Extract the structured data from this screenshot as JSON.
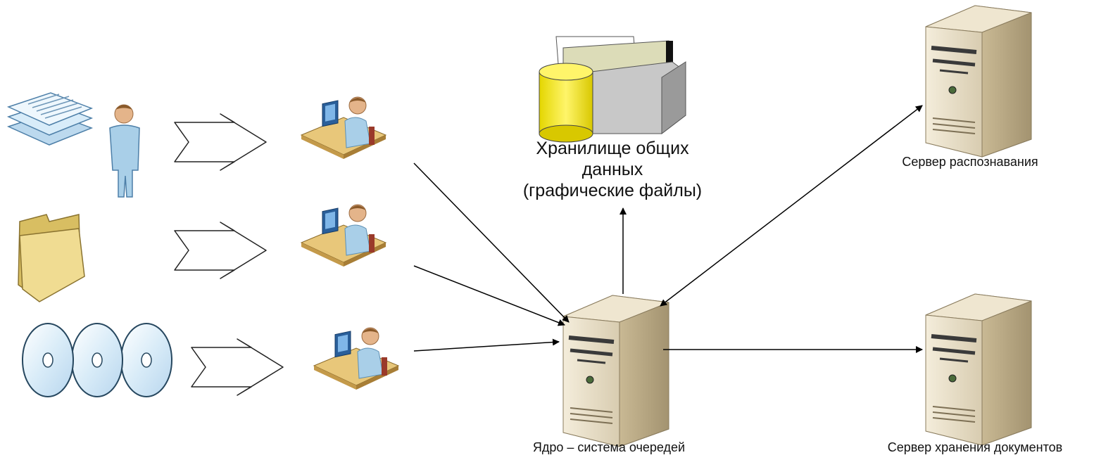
{
  "labels": {
    "storage": [
      "Хранилище общих",
      "данных",
      "(графические файлы)"
    ],
    "recognition_server": "Сервер распознавания",
    "core": "Ядро – система очередей",
    "document_storage_server": "Сервер хранения документов"
  },
  "sources": [
    {
      "icon": "documents-stack-icon",
      "extra_icon": "person-icon"
    },
    {
      "icon": "folder-icon"
    },
    {
      "icon": "cd-discs-icon"
    }
  ],
  "colors": {
    "server_body": "#e6dcc6",
    "server_side": "#b8a888",
    "server_front_dark": "#2c2c2c",
    "person": "#a9cfe8",
    "folder": "#e8d48a",
    "cylinder": "#f2e800",
    "arrow_line": "#000000"
  }
}
